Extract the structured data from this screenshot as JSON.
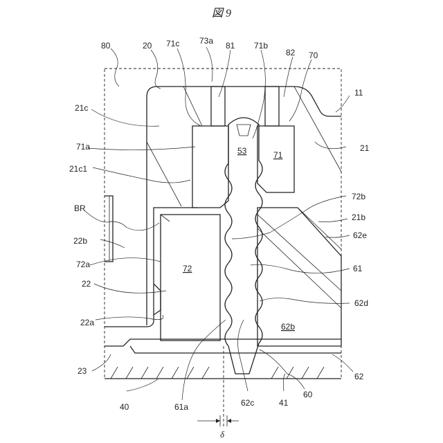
{
  "figure": {
    "title": "図 9",
    "labels": {
      "l80": "80",
      "l20": "20",
      "l71c": "71c",
      "l73a": "73a",
      "l81": "81",
      "l71b": "71b",
      "l82": "82",
      "l70": "70",
      "l11": "11",
      "l21c": "21c",
      "l53": "53",
      "l71": "71",
      "l21": "21",
      "l71a": "71a",
      "l21c1": "21c1",
      "l72b": "72b",
      "l21b": "21b",
      "lBR": "BR",
      "l22b": "22b",
      "l62e": "62e",
      "l72a": "72a",
      "l72": "72",
      "l61": "61",
      "l22": "22",
      "l62d": "62d",
      "l22a": "22a",
      "l62b": "62b",
      "l23": "23",
      "l62": "62",
      "l40": "40",
      "l60": "60",
      "l41": "41",
      "l61a": "61a",
      "l62c": "62c",
      "ldelta": "δ"
    }
  }
}
